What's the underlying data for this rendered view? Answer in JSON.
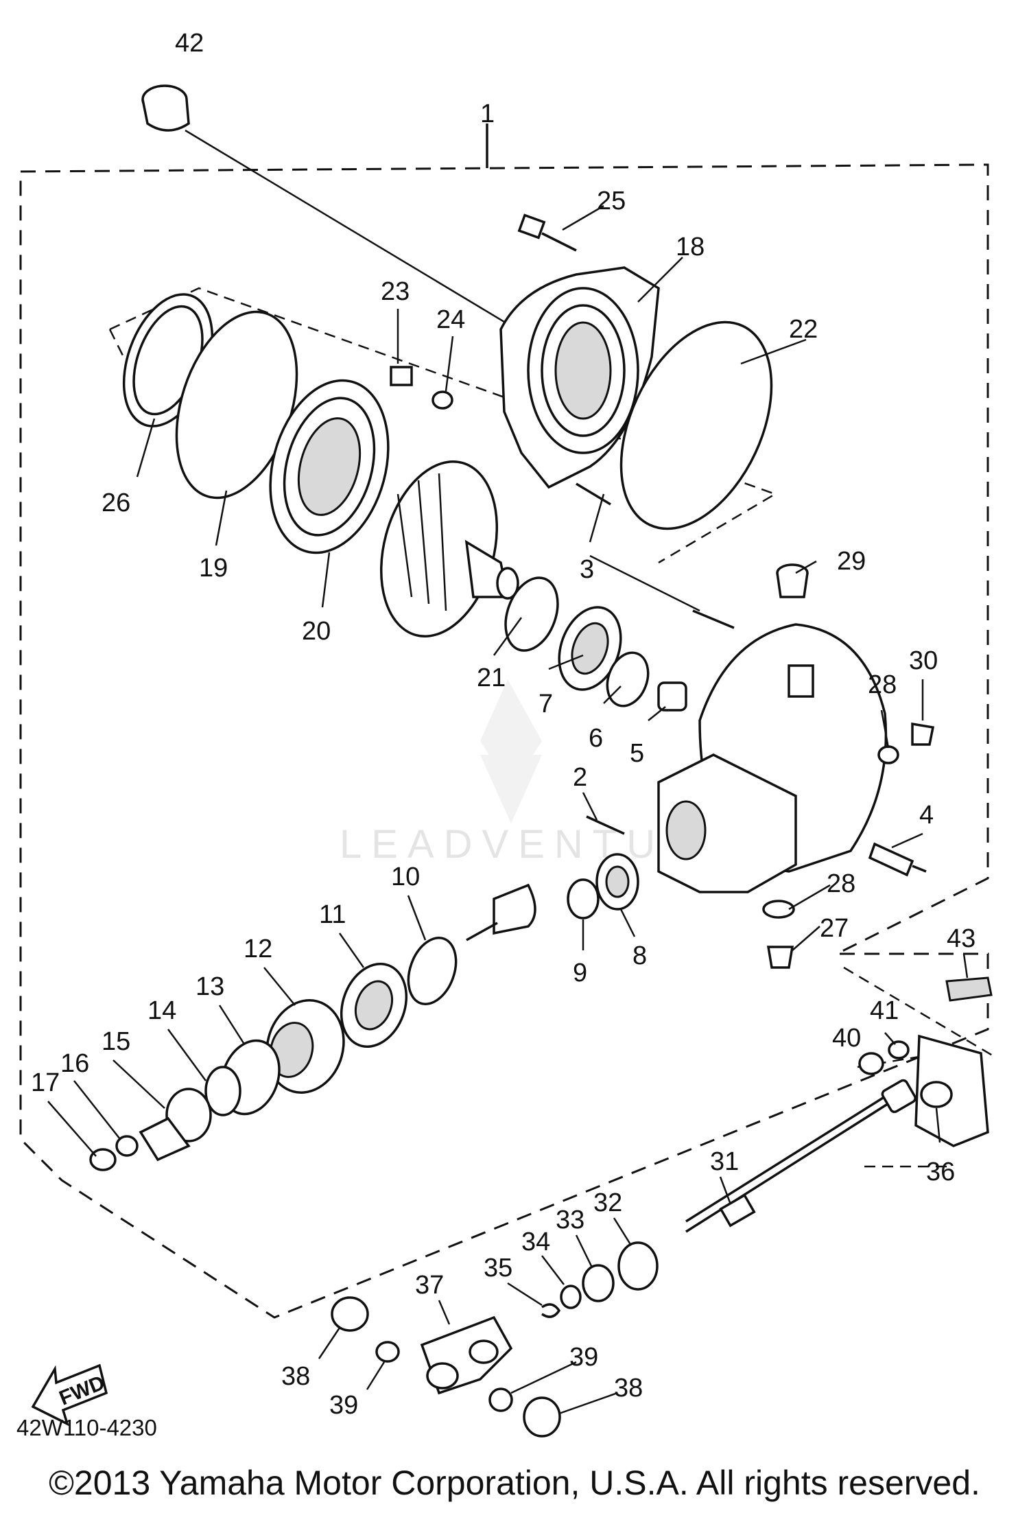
{
  "diagram": {
    "part_code": "42W110-4230",
    "copyright": "©2013 Yamaha Motor Corporation, U.S.A. All rights reserved.",
    "watermark": "LEADVENTURE",
    "fwd_label": "FWD",
    "callouts": [
      "42",
      "1",
      "25",
      "18",
      "23",
      "24",
      "22",
      "26",
      "19",
      "20",
      "3",
      "29",
      "21",
      "7",
      "6",
      "5",
      "30",
      "28",
      "2",
      "4",
      "10",
      "11",
      "12",
      "13",
      "14",
      "15",
      "16",
      "17",
      "9",
      "8",
      "28",
      "27",
      "43",
      "41",
      "40",
      "36",
      "31",
      "32",
      "33",
      "34",
      "35",
      "37",
      "38",
      "39",
      "39",
      "38"
    ]
  }
}
